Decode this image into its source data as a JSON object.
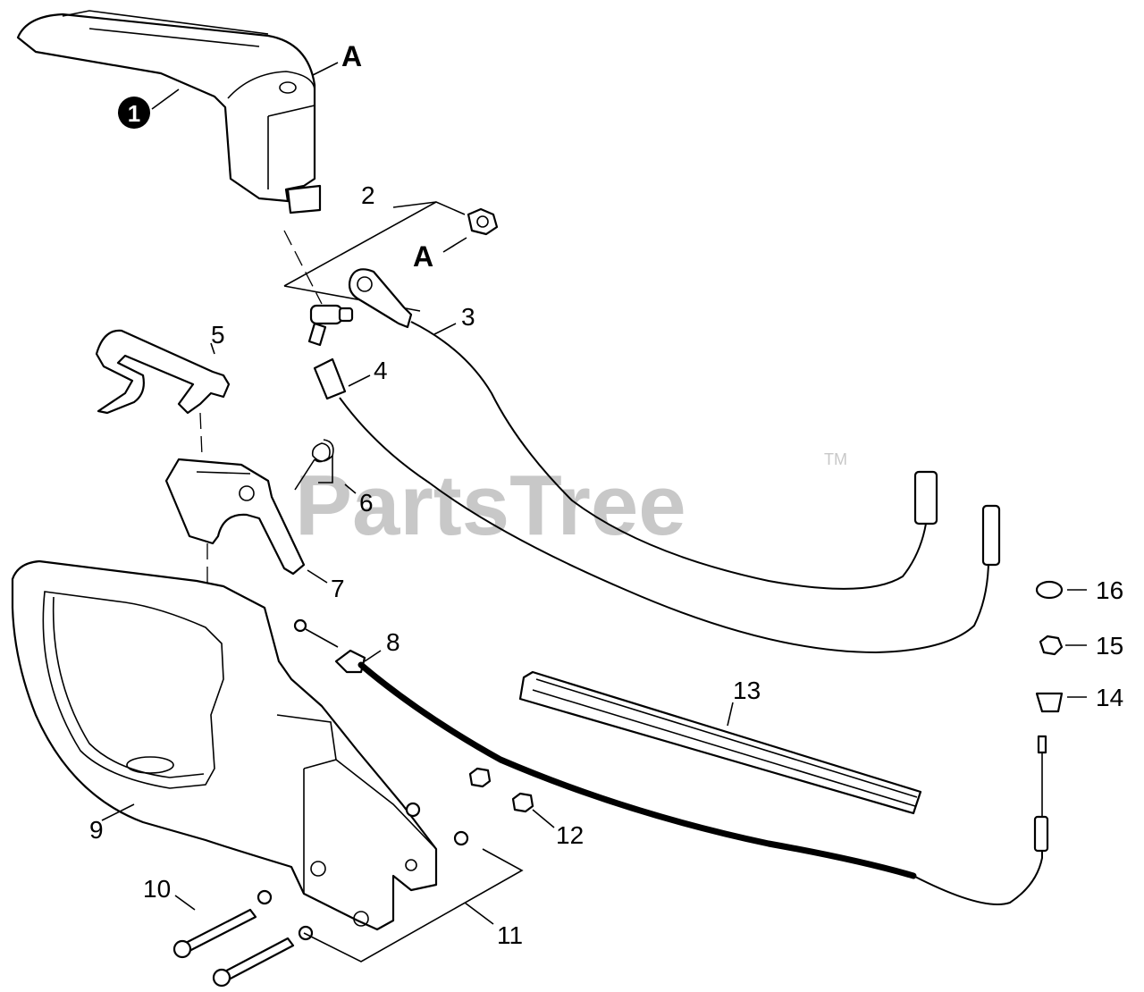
{
  "watermark": {
    "text": "PartsTree",
    "trademark": "TM"
  },
  "callouts": {
    "c1": "1",
    "c2": "2",
    "c3": "3",
    "c4": "4",
    "c5": "5",
    "c6": "6",
    "c7": "7",
    "c8": "8",
    "c9": "9",
    "c10": "10",
    "c11": "11",
    "c12": "12",
    "c13": "13",
    "c14": "14",
    "c15": "15",
    "c16": "16",
    "a_top": "A",
    "a_mid": "A"
  }
}
